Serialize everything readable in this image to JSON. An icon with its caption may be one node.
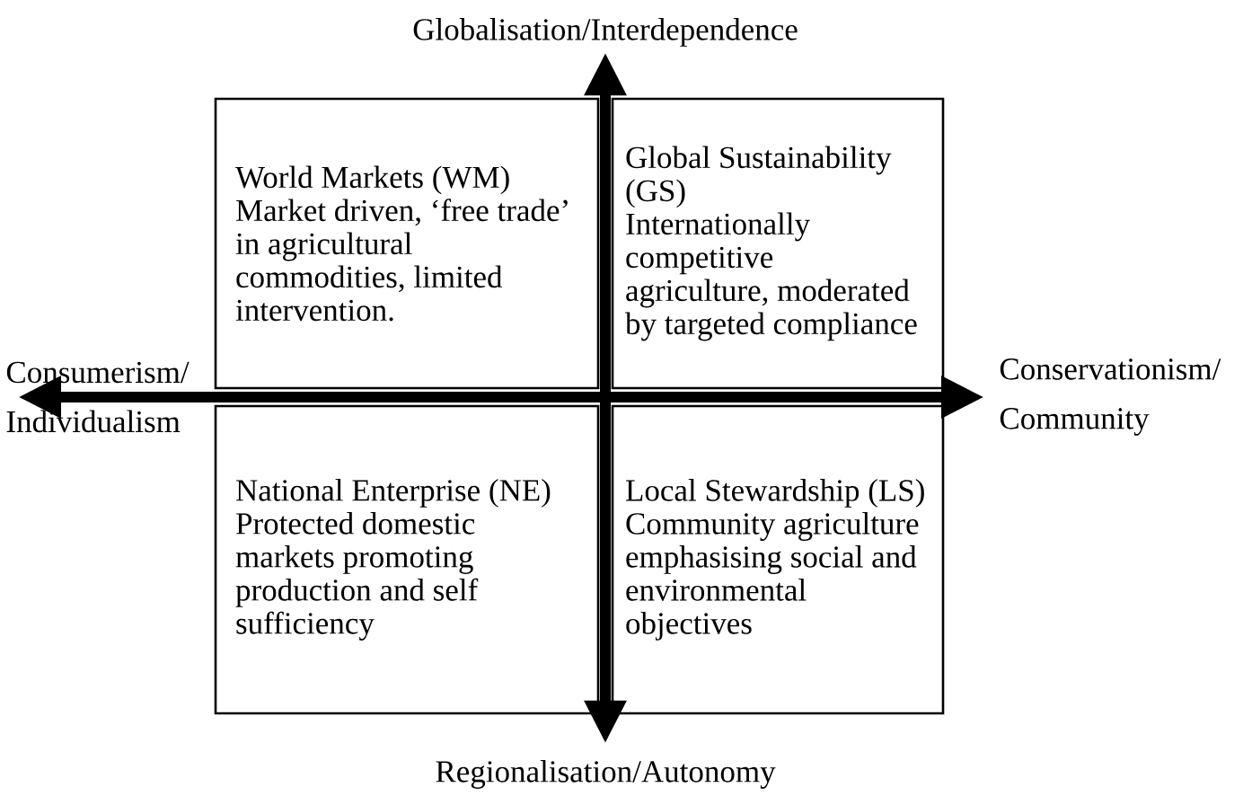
{
  "diagram": {
    "nodes": [
      {
        "text": [
          "Globalisation/Interdependence"
        ]
      },
      {
        "text": [
          "Consumerism/",
          "Individualism"
        ]
      },
      {
        "text": [
          "Conservationism/",
          "Community"
        ]
      },
      {
        "text": [
          "Regionalisation/Autonomy"
        ]
      },
      {
        "text": [
          "World Markets (WM)",
          "Market driven, ‘free trade’ in agricultural commodities, limited intervention."
        ]
      },
      {
        "text": [
          "Global Sustainability (GS)",
          "Internationally competitive agriculture, moderated by targeted compliance"
        ]
      },
      {
        "text": [
          "National Enterprise (NE)",
          "Protected domestic markets promoting production and self sufficiency"
        ]
      },
      {
        "text": [
          "Local Stewardship (LS)",
          "Community agriculture emphasising social and environmental objectives"
        ]
      }
    ],
    "edges": [
      {
        "from": 1,
        "to": 2,
        "arrow": "both"
      },
      {
        "from": 3,
        "to": 0,
        "arrow": "both"
      }
    ]
  }
}
